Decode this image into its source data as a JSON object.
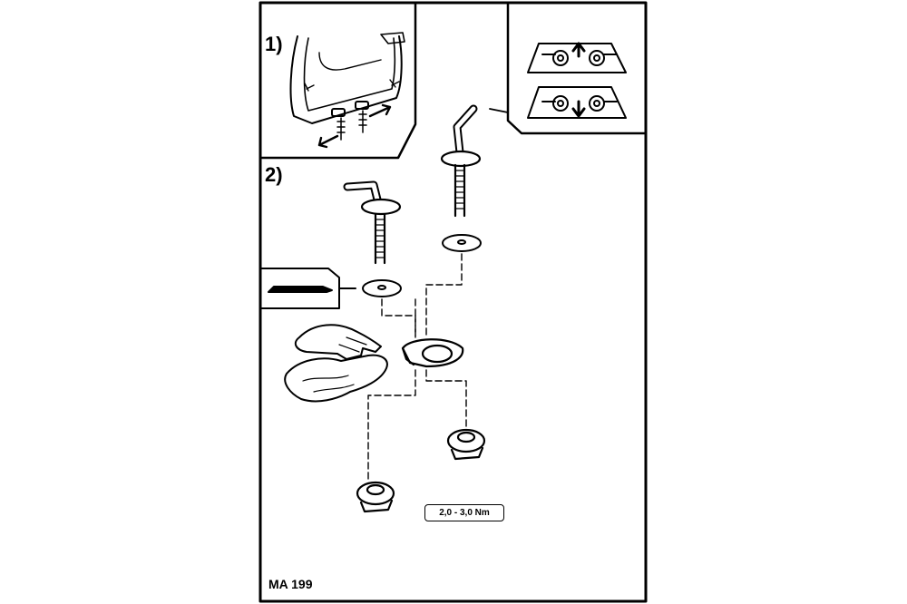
{
  "steps": {
    "step1": "1)",
    "step2": "2)"
  },
  "torque": "2,0 - 3,0 Nm",
  "model": "MA 199",
  "icons": [
    "hinge-adjust-up-icon",
    "hinge-adjust-down-icon",
    "wall-hinge-icon",
    "cloth-icon",
    "hand-icon"
  ],
  "colors": {
    "ink": "#000000",
    "paper": "#ffffff"
  }
}
